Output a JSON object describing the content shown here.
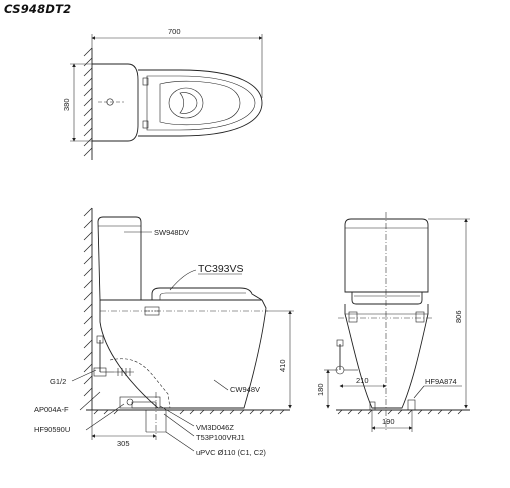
{
  "model": "CS948DT2",
  "dimensions": {
    "top_width": "700",
    "top_depth": "380",
    "height_total": "806",
    "seat_height": "410",
    "outlet_rough": "305",
    "floor_pipe_height": "180",
    "floor_offset": "210",
    "outlet_width": "190"
  },
  "parts": {
    "tank": "SW948DV",
    "seat": "TC393VS",
    "bowl": "CW948V",
    "fitting": "G1/2",
    "adapter": "AP004A-F",
    "hose": "HF90590U",
    "valve": "VM3D046Z",
    "bolt": "T53P100VRJ1",
    "pipe": "uPVC Ø110 (C1, C2)",
    "side_hose": "HF9A874"
  }
}
